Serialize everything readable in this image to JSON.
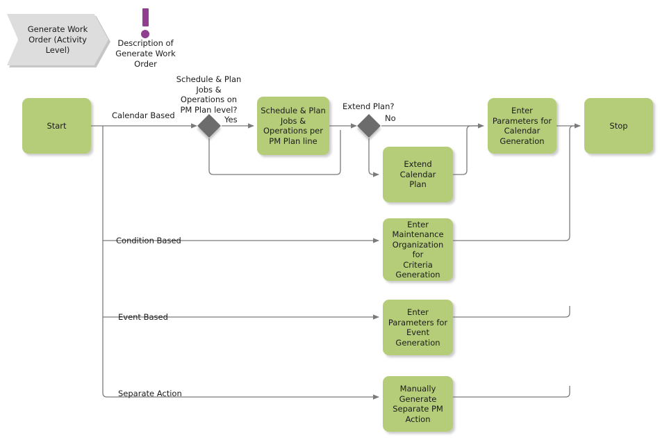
{
  "diagram": {
    "title": "Generate Work Order (Activity Level)",
    "colors": {
      "activity_fill": "#b5cd79",
      "decision_fill": "#6c6c6c",
      "banner_fill": "#dddddd",
      "note_accent": "#903e90",
      "connector": "#7a7a7a",
      "text": "#1a1a1a",
      "background": "#ffffff"
    },
    "banner": {
      "label": "Generate Work\nOrder (Activity\nLevel)"
    },
    "note": {
      "icon": "exclamation-icon",
      "label": "Description of\nGenerate Work\nOrder"
    },
    "nodes": [
      {
        "id": "start",
        "label": "Start",
        "type": "activity"
      },
      {
        "id": "schedule",
        "label": "Schedule  & Plan\nJobs &\nOperations per\nPM Plan line",
        "type": "activity"
      },
      {
        "id": "extend",
        "label": "Extend Calendar\nPlan",
        "type": "activity"
      },
      {
        "id": "calparams",
        "label": "Enter\nParameters for\nCalendar\nGeneration",
        "type": "activity"
      },
      {
        "id": "stop",
        "label": "Stop",
        "type": "activity"
      },
      {
        "id": "criteria",
        "label": "Enter\nMaintenance\nOrganization for\nCriteria\nGeneration",
        "type": "activity"
      },
      {
        "id": "eventparams",
        "label": "Enter\nParameters for\nEvent\nGeneration",
        "type": "activity"
      },
      {
        "id": "separatepm",
        "label": "Manually\nGenerate\nSeparate PM\nAction",
        "type": "activity"
      }
    ],
    "decisions": [
      {
        "id": "d1",
        "label": "Schedule & Plan\nJobs &\nOperations on\nPM Plan level?"
      },
      {
        "id": "d2",
        "label": "Extend Plan?"
      }
    ],
    "edge_labels": [
      {
        "id": "calendar-based",
        "text": "Calendar Based"
      },
      {
        "id": "d1-yes",
        "text": "Yes"
      },
      {
        "id": "d2-no",
        "text": "No"
      },
      {
        "id": "condition-based",
        "text": "Condition Based"
      },
      {
        "id": "event-based",
        "text": "Event Based"
      },
      {
        "id": "separate-action",
        "text": "Separate Action"
      }
    ]
  }
}
